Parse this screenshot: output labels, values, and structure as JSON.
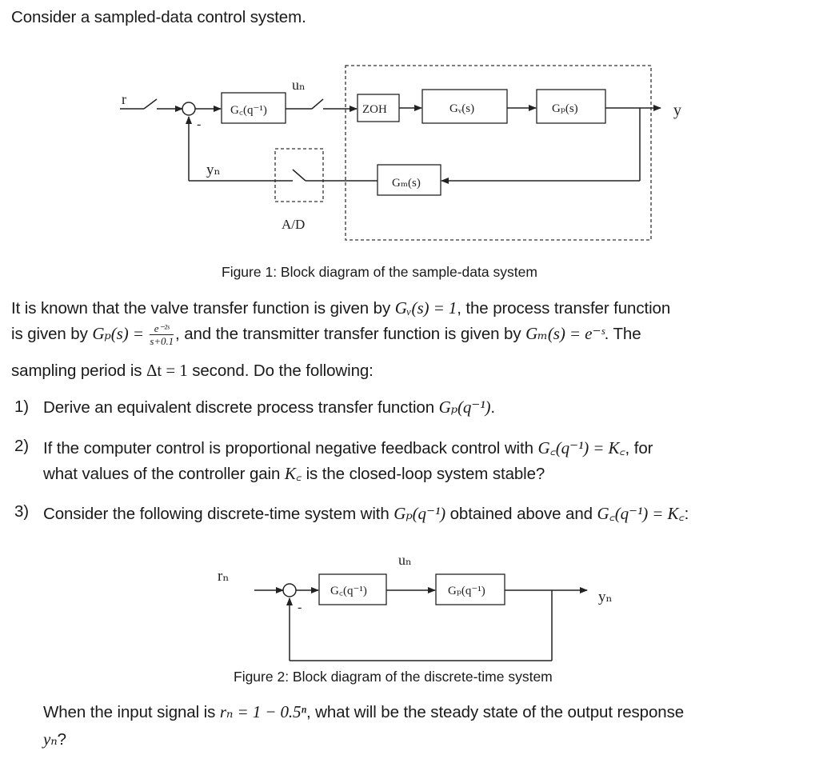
{
  "intro": "Consider a sampled-data control system.",
  "figure1": {
    "labels": {
      "r": "r",
      "gc": "G꜀(q⁻¹)",
      "un": "uₙ",
      "zoh": "ZOH",
      "gv": "Gᵥ(s)",
      "gp": "Gₚ(s)",
      "y": "y",
      "yn": "yₙ",
      "gm": "Gₘ(s)",
      "ad": "A/D",
      "minus": "-"
    },
    "caption": "Figure 1: Block diagram of the sample-data system"
  },
  "para": {
    "l1_a": "It is known that the valve transfer function is given by ",
    "l1_m1": "Gᵥ(s) = 1",
    "l1_b": ", the process transfer function",
    "l2_a": "is given by ",
    "l2_m1": "Gₚ(s) =",
    "frac_num": "e⁻²ˢ",
    "frac_den": "s+0.1",
    "l2_b": ", and the transmitter transfer function is given by ",
    "l2_m2": "Gₘ(s) = e⁻ˢ",
    "l2_c": ". The",
    "l3_a": "sampling period is ",
    "l3_m1": "Δt = 1",
    "l3_b": " second. Do the following:"
  },
  "q1": {
    "num": "1)",
    "text": "Derive an equivalent discrete process transfer function ",
    "math": "Gₚ(q⁻¹)",
    "end": "."
  },
  "q2": {
    "num": "2)",
    "l1_a": "If the computer control is proportional negative feedback control with ",
    "l1_m": "G꜀(q⁻¹) = K꜀",
    "l1_b": ", for",
    "l2_a": "what values of the controller gain ",
    "l2_m": "K꜀",
    "l2_b": " is the closed-loop system stable?"
  },
  "q3": {
    "num": "3)",
    "a": "Consider the following discrete-time system with ",
    "m1": "Gₚ(q⁻¹)",
    "b": " obtained above and ",
    "m2": "G꜀(q⁻¹) = K꜀",
    "c": ":"
  },
  "figure2": {
    "labels": {
      "rn": "rₙ",
      "un": "uₙ",
      "gc": "G꜀(q⁻¹)",
      "gp": "Gₚ(q⁻¹)",
      "yn": "yₙ",
      "minus": "-"
    },
    "caption": "Figure 2: Block diagram of the discrete-time system"
  },
  "final": {
    "l1_a": "When the input signal is ",
    "l1_m": "rₙ = 1 − 0.5ⁿ",
    "l1_b": ", what will be the steady state of the output response",
    "l2_m": "yₙ",
    "l2_b": "?"
  }
}
